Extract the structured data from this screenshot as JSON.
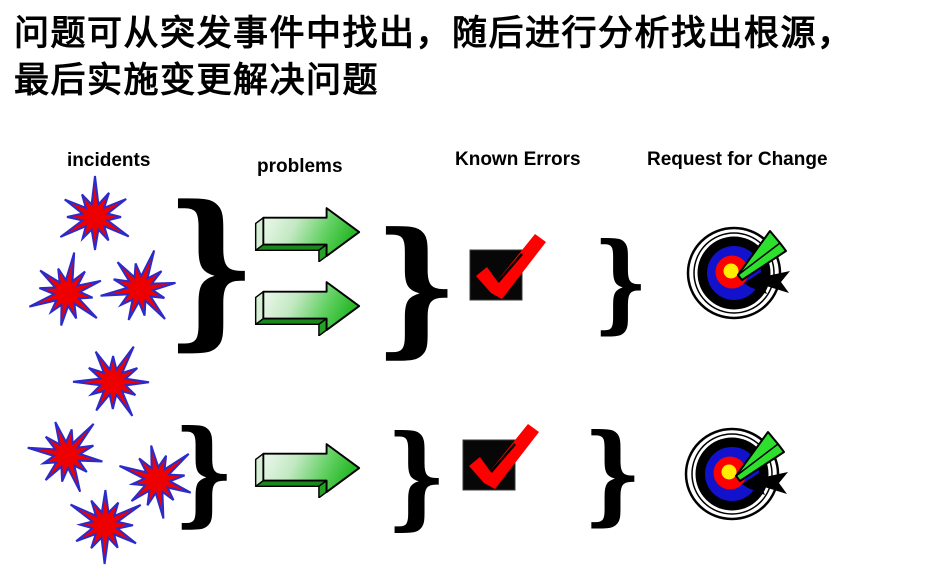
{
  "title": {
    "line1": "问题可从突发事件中找出，随后进行分析找出根源，",
    "line2": "最后实施变更解决问题"
  },
  "columns": {
    "incidents": "incidents",
    "problems": "problems",
    "known_errors": "Known Errors",
    "request_for_change": "Request for Change"
  },
  "glyphs": {
    "brace": "}"
  },
  "flow": {
    "rows": [
      {
        "incidents": 3,
        "problem_arrows": 2,
        "known_errors": 1,
        "requests_for_change": 1
      },
      {
        "incidents": 4,
        "problem_arrows": 1,
        "known_errors": 1,
        "requests_for_change": 1
      }
    ]
  },
  "colors": {
    "text": "#000000",
    "incident_fill": "#ee0000",
    "incident_outline": "#2b2bcc",
    "arrow_green": "#28b828",
    "check_red": "#ff0000",
    "checkbox_black": "#070707",
    "target_blue": "#1212cc",
    "target_red": "#ff0000",
    "target_yellow": "#ffee00",
    "dart_green": "#2ee02e"
  }
}
